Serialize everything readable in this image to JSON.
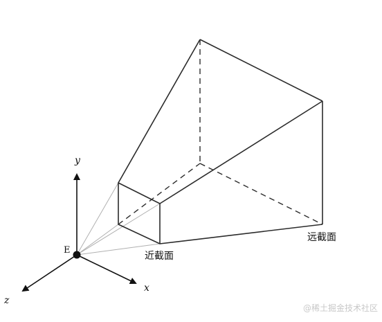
{
  "labels": {
    "y_axis": "y",
    "x_axis": "x",
    "z_axis": "z",
    "eye": "E",
    "near_plane": "近截面",
    "far_plane": "远截面"
  },
  "watermark": "@稀土掘金技术社区",
  "colors": {
    "line": "#2b2b2b",
    "sight_line": "#b0b0b0",
    "watermark": "#c8c8c8",
    "background": "#ffffff"
  }
}
